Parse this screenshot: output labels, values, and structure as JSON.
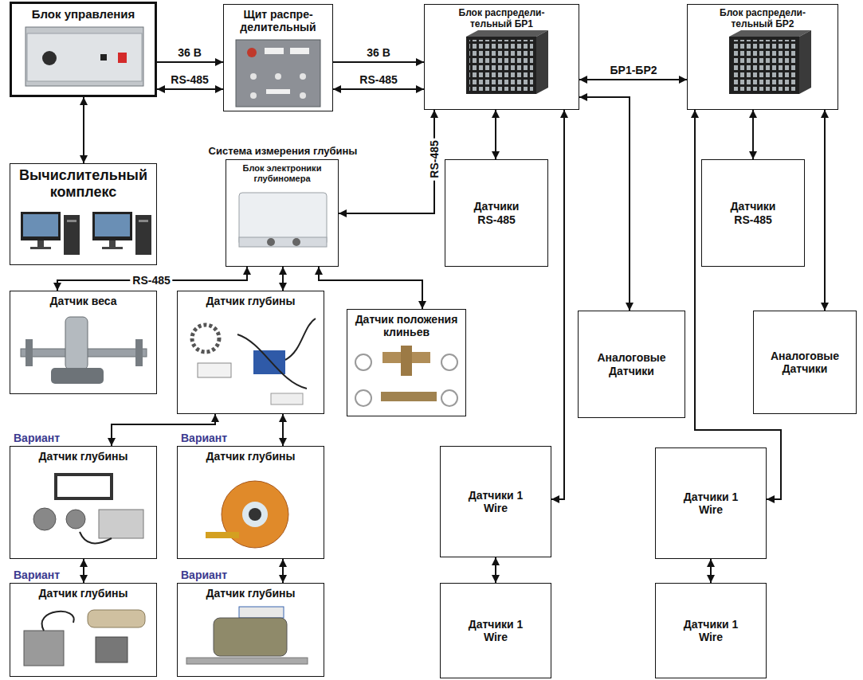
{
  "diagram": {
    "nodes": [
      {
        "text": [
          "Блок управления"
        ]
      },
      {
        "text": [
          "Щит распре- делительный"
        ]
      },
      {
        "text": [
          "Блок распредели- тельный БР1"
        ]
      },
      {
        "text": [
          "Блок распредели- тельный БР2"
        ]
      },
      {
        "text": [
          "Вычислительный комплекс"
        ]
      },
      {
        "text": [
          "Система измерения глубины",
          "Блок электроники глубиномера"
        ]
      },
      {
        "text": [
          "Датчики RS-485"
        ]
      },
      {
        "text": [
          "Датчики RS-485"
        ]
      },
      {
        "text": [
          "Датчик веса"
        ]
      },
      {
        "text": [
          "Датчик глубины"
        ]
      },
      {
        "text": [
          "Датчик положения клиньев"
        ]
      },
      {
        "text": [
          "Аналоговые Датчики"
        ]
      },
      {
        "text": [
          "Аналоговые Датчики"
        ]
      },
      {
        "text": [
          "Вариант",
          "Датчик глубины"
        ]
      },
      {
        "text": [
          "Вариант",
          "Датчик глубины"
        ]
      },
      {
        "text": [
          "Датчики 1 Wire"
        ]
      },
      {
        "text": [
          "Датчики 1 Wire"
        ]
      },
      {
        "text": [
          "Вариант",
          "Датчик глубины"
        ]
      },
      {
        "text": [
          "Вариант",
          "Датчик глубины"
        ]
      },
      {
        "text": [
          "Датчики 1 Wire"
        ]
      },
      {
        "text": [
          "Датчики 1 Wire"
        ]
      }
    ],
    "edges": [
      {
        "from": 0,
        "to": 1,
        "label": "36 В",
        "arrow": "to"
      },
      {
        "from": 0,
        "to": 1,
        "label": "RS-485",
        "arrow": "both"
      },
      {
        "from": 1,
        "to": 2,
        "label": "36 В",
        "arrow": "to"
      },
      {
        "from": 1,
        "to": 2,
        "label": "RS-485",
        "arrow": "both"
      },
      {
        "from": 2,
        "to": 3,
        "label": "БР1-БР2",
        "arrow": "both"
      },
      {
        "from": 0,
        "to": 4,
        "arrow": "both"
      },
      {
        "from": 2,
        "to": 5,
        "label": "RS-485",
        "arrow": "both"
      },
      {
        "from": 2,
        "to": 6,
        "arrow": "both"
      },
      {
        "from": 3,
        "to": 7,
        "arrow": "both"
      },
      {
        "from": 5,
        "to": 8,
        "label": "RS-485",
        "arrow": "both"
      },
      {
        "from": 5,
        "to": 9,
        "arrow": "both"
      },
      {
        "from": 5,
        "to": 10,
        "arrow": "both"
      },
      {
        "from": 2,
        "to": 11,
        "arrow": "both"
      },
      {
        "from": 2,
        "to": 15,
        "arrow": "both"
      },
      {
        "from": 3,
        "to": 12,
        "arrow": "both"
      },
      {
        "from": 3,
        "to": 16,
        "arrow": "both"
      },
      {
        "from": 9,
        "to": 13,
        "arrow": "both"
      },
      {
        "from": 9,
        "to": 14,
        "arrow": "both"
      },
      {
        "from": 13,
        "to": 17,
        "arrow": "both"
      },
      {
        "from": 14,
        "to": 18,
        "arrow": "both"
      },
      {
        "from": 15,
        "to": 19,
        "arrow": "both"
      },
      {
        "from": 16,
        "to": 20,
        "arrow": "both"
      }
    ]
  }
}
